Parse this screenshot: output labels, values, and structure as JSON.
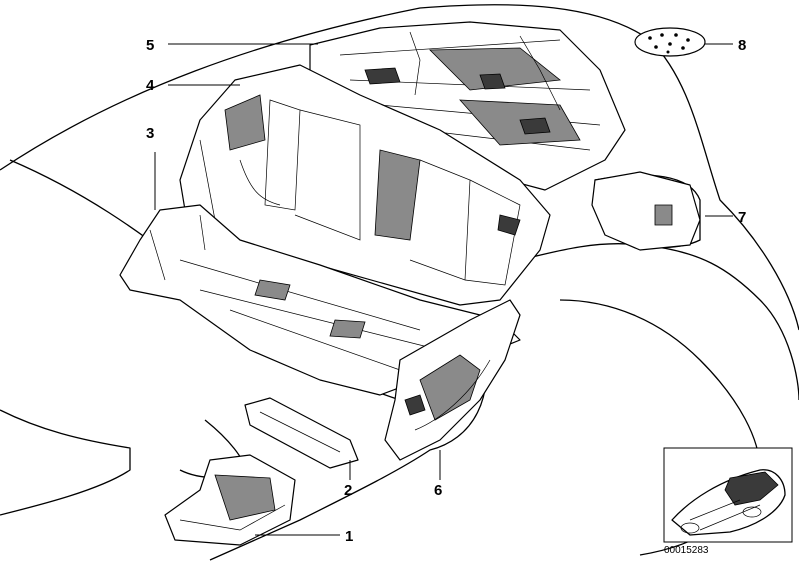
{
  "callouts": [
    {
      "id": "1",
      "label": "1"
    },
    {
      "id": "2",
      "label": "2"
    },
    {
      "id": "3",
      "label": "3"
    },
    {
      "id": "4",
      "label": "4"
    },
    {
      "id": "5",
      "label": "5"
    },
    {
      "id": "6",
      "label": "6"
    },
    {
      "id": "7",
      "label": "7"
    },
    {
      "id": "8",
      "label": "8"
    }
  ],
  "reference_number": "00015283"
}
